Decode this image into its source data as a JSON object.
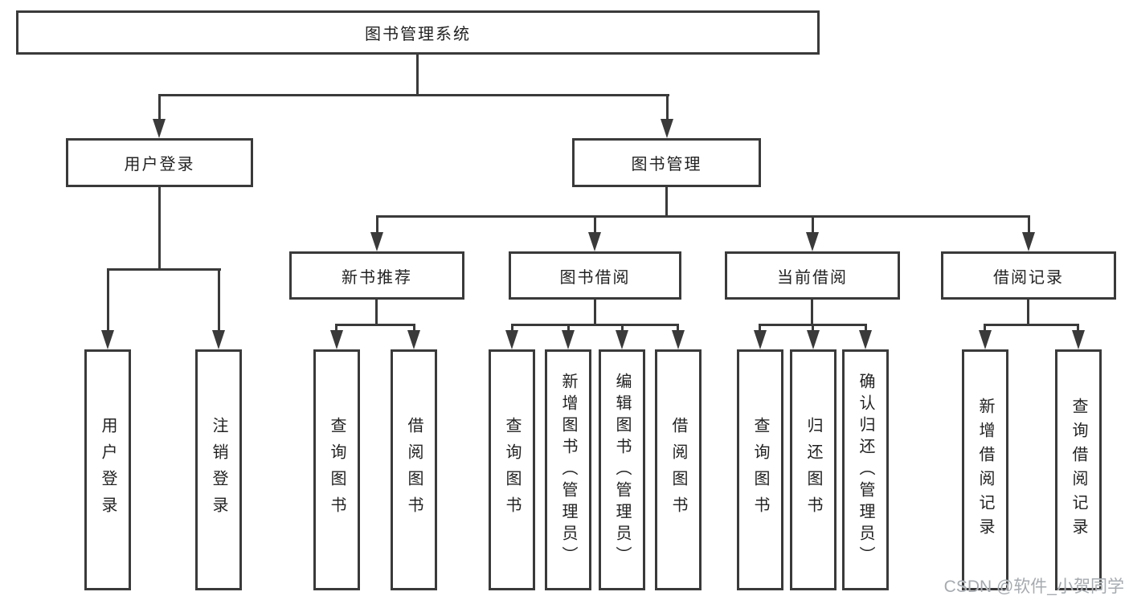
{
  "nodes": {
    "root": "图书管理系统",
    "level2": {
      "login": "用户登录",
      "manage": "图书管理"
    },
    "level3": {
      "recommend": "新书推荐",
      "borrow": "图书借阅",
      "current": "当前借阅",
      "records": "借阅记录"
    },
    "leaves": {
      "login": [
        "用户登录",
        "注销登录"
      ],
      "recommend": [
        "查询图书",
        "借阅图书"
      ],
      "borrow": [
        "查询图书",
        "新增图书（管理员）",
        "编辑图书（管理员）",
        "借阅图书"
      ],
      "current": [
        "查询图书",
        "归还图书",
        "确认归还（管理员）"
      ],
      "records": [
        "新增借阅记录",
        "查询借阅记录"
      ]
    }
  },
  "watermark": "CSDN @软件_小贺同学",
  "colors": {
    "line": "#3a3a3a",
    "text": "#222222",
    "watermark": "#a6abb0",
    "bg": "#ffffff"
  }
}
